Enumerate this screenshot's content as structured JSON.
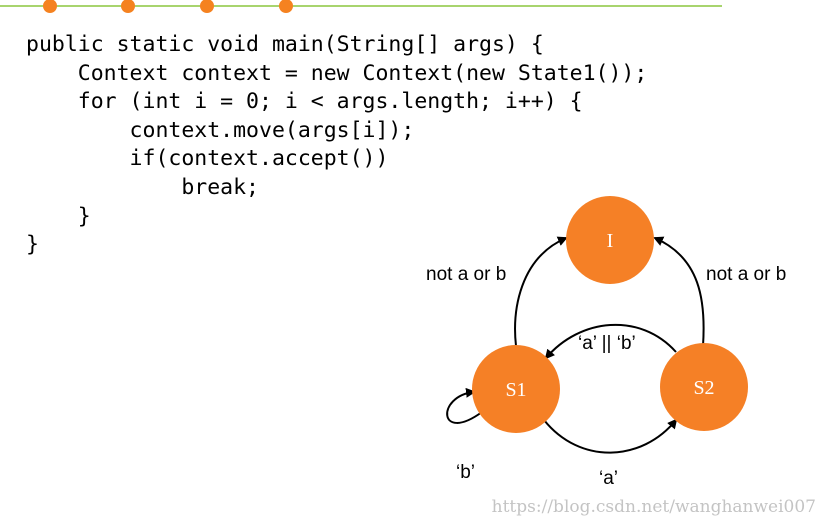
{
  "colors": {
    "accent_line": "#8cc63f",
    "bullet": "#f58220",
    "state_fill": "#f58026",
    "state_text": "#ffffff",
    "arrow": "#000000",
    "watermark": "#c4c4c4"
  },
  "code": {
    "lines": [
      "public static void main(String[] args) {",
      "    Context context = new Context(new State1());",
      "    for (int i = 0; i < args.length; i++) {",
      "        context.move(args[i]);",
      "        if(context.accept())",
      "            break;",
      "    }",
      "}"
    ]
  },
  "diagram": {
    "states": {
      "initial": "I",
      "s1": "S1",
      "s2": "S2"
    },
    "transitions": {
      "s1_to_i": "not a or b",
      "s2_to_i": "not a or b",
      "s2_to_s1": "‘a’ || ‘b’",
      "s1_self": "‘b’",
      "s1_to_s2": "‘a’"
    }
  },
  "watermark": "https://blog.csdn.net/wanghanwei007"
}
